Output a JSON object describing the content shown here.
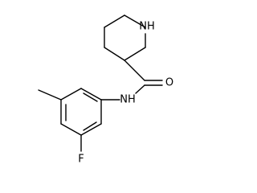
{
  "molecule": {
    "atoms": {
      "piperidine_nitrogen": "NH",
      "carbonyl_oxygen": "O",
      "amide_nitrogen": "NH",
      "fluorine": "F"
    }
  }
}
